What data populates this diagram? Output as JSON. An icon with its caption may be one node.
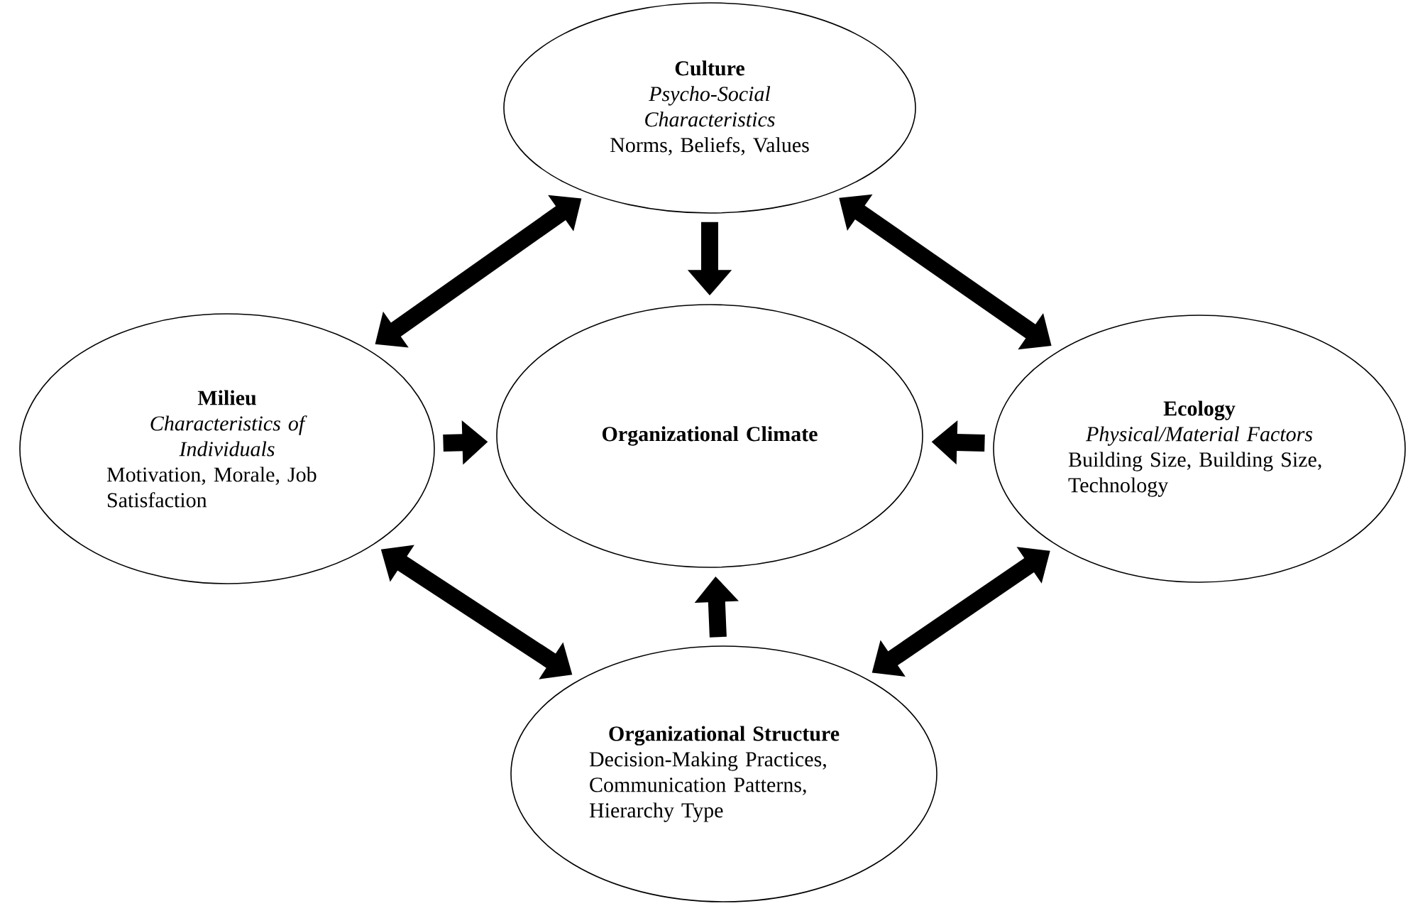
{
  "diagram": {
    "nodes": [
      {
        "text": [
          "Culture",
          "Psycho-Social Characteristics",
          "Norms, Beliefs, Values"
        ]
      },
      {
        "text": [
          "Milieu",
          "Characteristics of Individuals",
          "Motivation, Morale, Job Satisfaction"
        ]
      },
      {
        "text": [
          "Organizational Climate"
        ]
      },
      {
        "text": [
          "Ecology",
          "Physical/Material Factors",
          "Building Size, Building Size, Technology"
        ]
      },
      {
        "text": [
          "Organizational Structure",
          "Decision-Making Practices, Communication Patterns, Hierarchy Type"
        ]
      }
    ],
    "edges": [
      {
        "from": 0,
        "to": 2,
        "arrow": "to"
      },
      {
        "from": 1,
        "to": 2,
        "arrow": "to"
      },
      {
        "from": 3,
        "to": 2,
        "arrow": "to"
      },
      {
        "from": 4,
        "to": 2,
        "arrow": "to"
      },
      {
        "from": 0,
        "to": 1,
        "arrow": "both"
      },
      {
        "from": 0,
        "to": 3,
        "arrow": "both"
      },
      {
        "from": 1,
        "to": 4,
        "arrow": "both"
      },
      {
        "from": 3,
        "to": 4,
        "arrow": "both"
      }
    ]
  }
}
